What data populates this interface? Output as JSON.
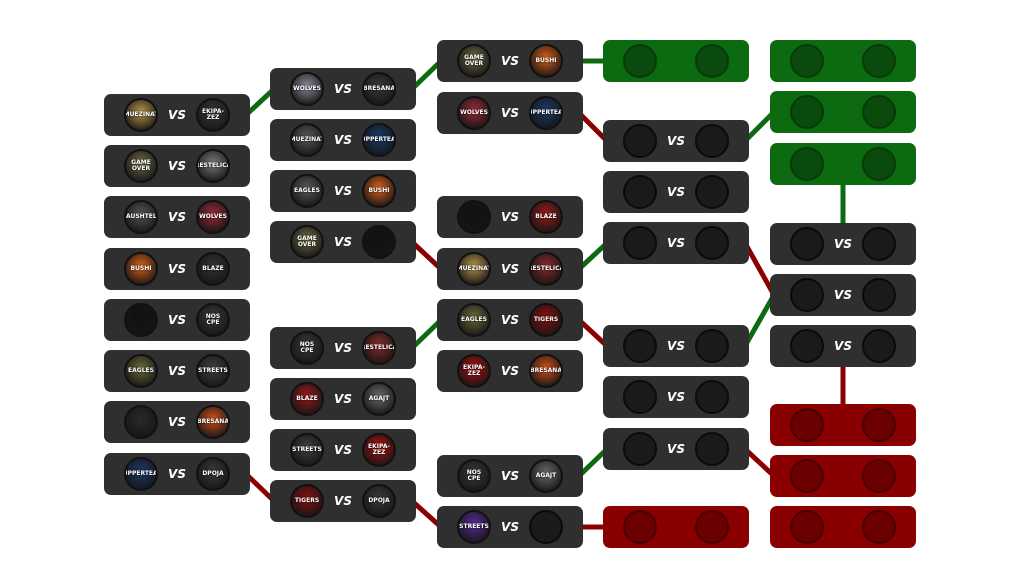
{
  "vs_label": "VS",
  "connector_colors": {
    "win": "#0c6a10",
    "loss": "#8a0000"
  },
  "columns": [
    {
      "matches": [
        {
          "home": {
            "team": "MUEZINAT",
            "icon": "soldier-gold-logo",
            "color": "#b8954a"
          },
          "away": {
            "team": "EKIPA-ZEZ",
            "icon": "black-eagle-logo",
            "color": "#3a3a3a"
          }
        },
        {
          "home": {
            "team": "GAME OVER",
            "icon": "game-over-text-logo",
            "color": "#6e6a45"
          },
          "away": {
            "team": "RESTELICA",
            "icon": "restelica-text-logo",
            "color": "#7a7a7a"
          }
        },
        {
          "home": {
            "team": "BAUSHTELL",
            "icon": "baushtell-text-logo",
            "color": "#555555"
          },
          "away": {
            "team": "WOLVES",
            "icon": "red-wolf-logo",
            "color": "#9a2a3a"
          }
        },
        {
          "home": {
            "team": "BUSHI",
            "icon": "orange-beast-logo",
            "color": "#d9601a"
          },
          "away": {
            "team": "BLAZE",
            "icon": "blaze-text-logo",
            "color": "#333333"
          }
        },
        {
          "home": {
            "team": "",
            "icon": "diamond-arrow-logo",
            "color": "#111111"
          },
          "away": {
            "team": "NOS CPE",
            "icon": "skull-logo",
            "color": "#3a3a3a"
          }
        },
        {
          "home": {
            "team": "EAGLES",
            "icon": "eagle-logo",
            "color": "#6a6a3a"
          },
          "away": {
            "team": "STREETS",
            "icon": "street-gray-logo",
            "color": "#404040"
          }
        },
        {
          "home": {
            "team": "",
            "icon": "dark-soldier-logo",
            "color": "#2a2a2a"
          },
          "away": {
            "team": "BRESANA",
            "icon": "gunman-orange-logo",
            "color": "#d0501a"
          }
        },
        {
          "home": {
            "team": "SUPPERTEAM",
            "icon": "letter-s-logo",
            "color": "#1a3a6a"
          },
          "away": {
            "team": "DPOJA",
            "icon": "dpoja-logo",
            "color": "#3a3a3a"
          }
        }
      ]
    },
    {
      "matches": [
        {
          "home": {
            "team": "WOLVES",
            "icon": "wolf-white-logo",
            "color": "#8a8a9a"
          },
          "away": {
            "team": "BRESANA",
            "icon": "gunman-gray-logo",
            "color": "#3a3a3a"
          }
        },
        {
          "home": {
            "team": "MUEZINAT",
            "icon": "soldier-gray-logo",
            "color": "#5a5a5a"
          },
          "away": {
            "team": "SUPPERTEAM",
            "icon": "letter-s-logo",
            "color": "#1a3a6a"
          }
        },
        {
          "home": {
            "team": "EAGLES",
            "icon": "eagle-gray-logo",
            "color": "#5a5a5a"
          },
          "away": {
            "team": "BUSHI",
            "icon": "orange-beast-logo",
            "color": "#d9601a"
          }
        },
        {
          "home": {
            "team": "GAME OVER",
            "icon": "game-over-text-logo",
            "color": "#6e6a45"
          },
          "away": {
            "team": "",
            "icon": "diamond-arrow-logo",
            "color": "#111111"
          }
        },
        {
          "home": {
            "team": "NOS CPE",
            "icon": "skull-logo",
            "color": "#3a3a3a"
          },
          "away": {
            "team": "RESTELICA",
            "icon": "restelica-text-logo",
            "color": "#8a2a2a"
          }
        },
        {
          "home": {
            "team": "BLAZE",
            "icon": "blaze-red-logo",
            "color": "#9a1a1a"
          },
          "away": {
            "team": "AGAJT",
            "icon": "old-man-logo",
            "color": "#6a6a6a"
          }
        },
        {
          "home": {
            "team": "STREETS",
            "icon": "street-gray-logo",
            "color": "#404040"
          },
          "away": {
            "team": "EKIPA-ZEZ",
            "icon": "red-eagle-logo",
            "color": "#b01010"
          }
        },
        {
          "home": {
            "team": "TIGERS",
            "icon": "red-soldier-logo",
            "color": "#8a1010"
          },
          "away": {
            "team": "DPOJA",
            "icon": "dpoja-logo",
            "color": "#3a3a3a"
          }
        }
      ]
    },
    {
      "matches": [
        {
          "home": {
            "team": "GAME OVER",
            "icon": "game-over-text-logo",
            "color": "#6e6a45"
          },
          "away": {
            "team": "BUSHI",
            "icon": "orange-beast-logo",
            "color": "#d9601a"
          }
        },
        {
          "home": {
            "team": "WOLVES",
            "icon": "red-wolf-logo",
            "color": "#9a2a3a"
          },
          "away": {
            "team": "SUPPERTEAM",
            "icon": "letter-s-logo",
            "color": "#1a3a6a"
          }
        },
        {
          "home": {
            "team": "",
            "icon": "diamond-arrow-logo",
            "color": "#111111"
          },
          "away": {
            "team": "BLAZE",
            "icon": "blaze-red-logo",
            "color": "#9a1a1a"
          }
        },
        {
          "home": {
            "team": "MUEZINAT",
            "icon": "soldier-gold-logo",
            "color": "#b8954a"
          },
          "away": {
            "team": "RESTELICA",
            "icon": "restelica-text-logo",
            "color": "#8a2a2a"
          }
        },
        {
          "home": {
            "team": "EAGLES",
            "icon": "eagle-logo",
            "color": "#6a6a3a"
          },
          "away": {
            "team": "TIGERS",
            "icon": "red-soldier-logo",
            "color": "#8a1010"
          }
        },
        {
          "home": {
            "team": "EKIPA-ZEZ",
            "icon": "red-eagle-logo",
            "color": "#b01010"
          },
          "away": {
            "team": "BRESANA",
            "icon": "gunman-orange-logo",
            "color": "#d0501a"
          }
        },
        {
          "home": {
            "team": "NOS CPE",
            "icon": "skull-logo",
            "color": "#3a3a3a"
          },
          "away": {
            "team": "AGAJT",
            "icon": "old-man-logo",
            "color": "#6a6a6a"
          }
        },
        {
          "home": {
            "team": "STREETS",
            "icon": "street-purple-logo",
            "color": "#5a2a9a"
          },
          "away": null
        }
      ]
    },
    {
      "matches": [
        {
          "home": null,
          "away": null,
          "status": "win"
        },
        {
          "home": null,
          "away": null,
          "status": "vs"
        },
        {
          "home": null,
          "away": null,
          "status": "vs"
        },
        {
          "home": null,
          "away": null,
          "status": "vs"
        },
        {
          "home": null,
          "away": null,
          "status": "vs"
        },
        {
          "home": null,
          "away": null,
          "status": "vs"
        },
        {
          "home": null,
          "away": null,
          "status": "vs"
        },
        {
          "home": null,
          "away": null,
          "status": "loss"
        }
      ]
    },
    {
      "matches": [
        {
          "home": null,
          "away": null,
          "status": "win"
        },
        {
          "home": null,
          "away": null,
          "status": "win"
        },
        {
          "home": null,
          "away": null,
          "status": "win"
        },
        {
          "home": null,
          "away": null,
          "status": "vs"
        },
        {
          "home": null,
          "away": null,
          "status": "vs"
        },
        {
          "home": null,
          "away": null,
          "status": "vs"
        },
        {
          "home": null,
          "away": null,
          "status": "loss"
        },
        {
          "home": null,
          "away": null,
          "status": "loss"
        },
        {
          "home": null,
          "away": null,
          "status": "loss"
        }
      ]
    }
  ]
}
